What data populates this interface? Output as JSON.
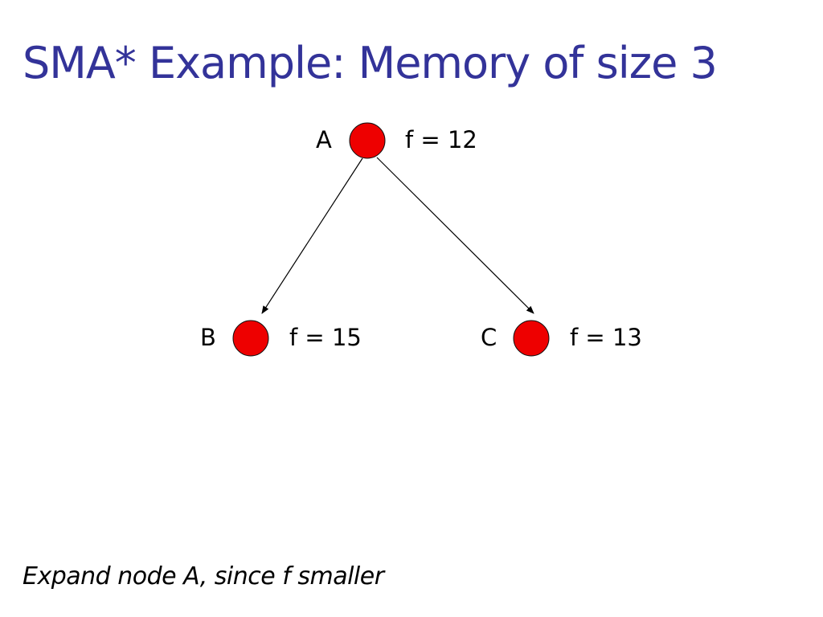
{
  "slide": {
    "title": "SMA* Example: Memory of size 3",
    "caption": "Expand node A, since f smaller"
  },
  "tree": {
    "node_color": "#ee0000",
    "edge_color": "#000000",
    "nodes": {
      "a": {
        "name": "A",
        "f_text": "f = 12"
      },
      "b": {
        "name": "B",
        "f_text": "f = 15"
      },
      "c": {
        "name": "C",
        "f_text": "f = 13"
      }
    },
    "edges": [
      {
        "from": "A",
        "to": "B"
      },
      {
        "from": "A",
        "to": "C"
      }
    ]
  }
}
